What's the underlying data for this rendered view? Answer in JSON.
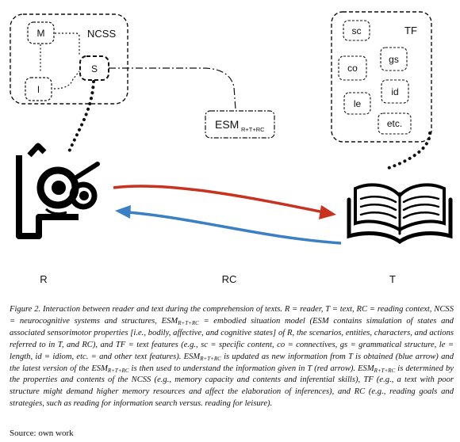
{
  "diagram": {
    "ncss": {
      "label": "NCSS",
      "m": "M",
      "s": "S",
      "l": "l"
    },
    "tf": {
      "label": "TF",
      "sc": "sc",
      "gs": "gs",
      "co": "co",
      "id": "id",
      "le": "le",
      "etc": "etc."
    },
    "esm": {
      "main": "ESM",
      "sub": "R+T+RC"
    },
    "r_label": "R",
    "rc_label": "RC",
    "t_label": "T",
    "colors": {
      "red_arrow": "#c8321e",
      "blue_arrow": "#3b7fc4"
    },
    "icons": [
      "reader-face-icon",
      "open-book-icon"
    ]
  },
  "caption": {
    "p1": "Figure 2. Interaction between reader and text during the comprehension of texts. R = reader, T = text, RC = reading context, NCSS = neurocognitive systems and structures, ESM",
    "sub1": "R+T+RC",
    "p2": " = embodied situation model (ESM contains simulation of states and associated sensorimotor properties [i.e., bodily, affective, and cognitive states] of R, the scenarios, entities, characters, and actions referred to in T, and RC), and TF = text features (e.g., sc = specific content, co = connectives, gs = grammatical structure, le = length, id = idiom, etc. = and other text features). ESM",
    "sub2": "R+T+RC",
    "p3": " is updated as new information from T is obtained (blue arrow) and the latest version of the ESM",
    "sub3": "R+T+RC",
    "p4": " is then used to understand the information given in T (red arrow). ESM",
    "sub4": "R+T+RC",
    "p5": " is determined by the properties and contents of the NCSS (e.g., memory capacity and contents and inferential skills), TF (e.g., a text with poor structure might demand higher memory resources and affect the elaboration of inferences), and RC (e.g., reading goals and strategies, such as reading for information search versus. reading for leisure)."
  },
  "source": "Source: own work"
}
